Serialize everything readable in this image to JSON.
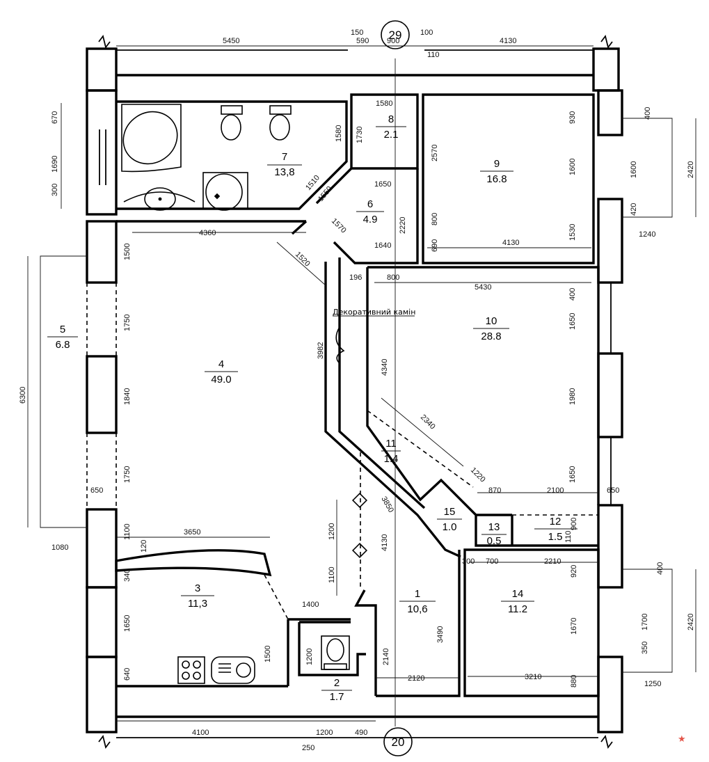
{
  "rooms": [
    {
      "num": "1",
      "area": "10,6"
    },
    {
      "num": "2",
      "area": "1.7"
    },
    {
      "num": "3",
      "area": "11,3"
    },
    {
      "num": "4",
      "area": "49.0"
    },
    {
      "num": "5",
      "area": "6.8"
    },
    {
      "num": "6",
      "area": "4.9"
    },
    {
      "num": "7",
      "area": "13,8"
    },
    {
      "num": "8",
      "area": "2.1"
    },
    {
      "num": "9",
      "area": "16.8"
    },
    {
      "num": "10",
      "area": "28.8"
    },
    {
      "num": "11",
      "area": "1.4"
    },
    {
      "num": "12",
      "area": "1.5"
    },
    {
      "num": "13",
      "area": "0.5"
    },
    {
      "num": "14",
      "area": "11.2"
    },
    {
      "num": "15",
      "area": "1.0"
    }
  ],
  "axes": {
    "top": "29",
    "bottom": "20"
  },
  "annotation": "Декоративний камін",
  "dims": {
    "top_5450": "5450",
    "top_150": "150",
    "top_590": "590",
    "top_900": "900",
    "top_100": "100",
    "top_110": "110",
    "top_4130": "4130",
    "l_670": "670",
    "l_1690": "1690",
    "l_300": "300",
    "r7_1580": "1580",
    "r8_1580": "1580",
    "r8_1730": "1730",
    "r7_1510": "1510",
    "r7_1550": "1550",
    "r6_1650": "1650",
    "r6_2220": "2220",
    "r6_1570": "1570",
    "r6_1640": "1640",
    "r9_2570": "2570",
    "r9_800": "800",
    "r9_690": "690",
    "r9_4130": "4130",
    "r9_930": "930",
    "r9_1600": "1600",
    "r9_1530": "1530",
    "rb_400": "400",
    "rb_1600": "1600",
    "rb_420": "420",
    "rb_2420": "2420",
    "rb_1240": "1240",
    "r4_4360": "4360",
    "r4_1520": "1520",
    "r4_1500": "1500",
    "r4_1750a": "1750",
    "r4_1840": "1840",
    "r4_1750b": "1750",
    "r4_1100": "1100",
    "r4_3982": "3982",
    "b5_6300": "6300",
    "b5_650": "650",
    "b5_1080": "1080",
    "r10_196": "196",
    "r10_800": "800",
    "r10_5430": "5430",
    "r10_400": "400",
    "r10_1650a": "1650",
    "r10_1980": "1980",
    "r10_1650b": "1650",
    "r10_4340": "4340",
    "r11_2340": "2340",
    "r11_1220": "1220",
    "r12_870": "870",
    "r12_2100": "2100",
    "r12_650": "650",
    "r12_900": "900",
    "r12_110": "110",
    "r1_4130": "4130",
    "r1_3850": "3850",
    "r1_1200": "1200",
    "r1_1100": "1100",
    "r1_3490": "3490",
    "r1_2120": "2120",
    "r1_2140": "2140",
    "r14_300": "300",
    "r14_700": "700",
    "r14_2210": "2210",
    "r14_920": "920",
    "r14_1670": "1670",
    "r14_880": "880",
    "r14_3210": "3210",
    "rb2_400": "400",
    "rb2_1700": "1700",
    "rb2_350": "350",
    "rb2_2420": "2420",
    "rb2_1250": "1250",
    "r3_3650": "3650",
    "r3_120": "120",
    "r3_340": "340",
    "r3_1650": "1650",
    "r3_640": "640",
    "r3_1400": "1400",
    "r3_1500": "1500",
    "r2_1200": "1200",
    "bot_4100": "4100",
    "bot_1200": "1200",
    "bot_490": "490",
    "bot_250": "250"
  },
  "marker": "★"
}
